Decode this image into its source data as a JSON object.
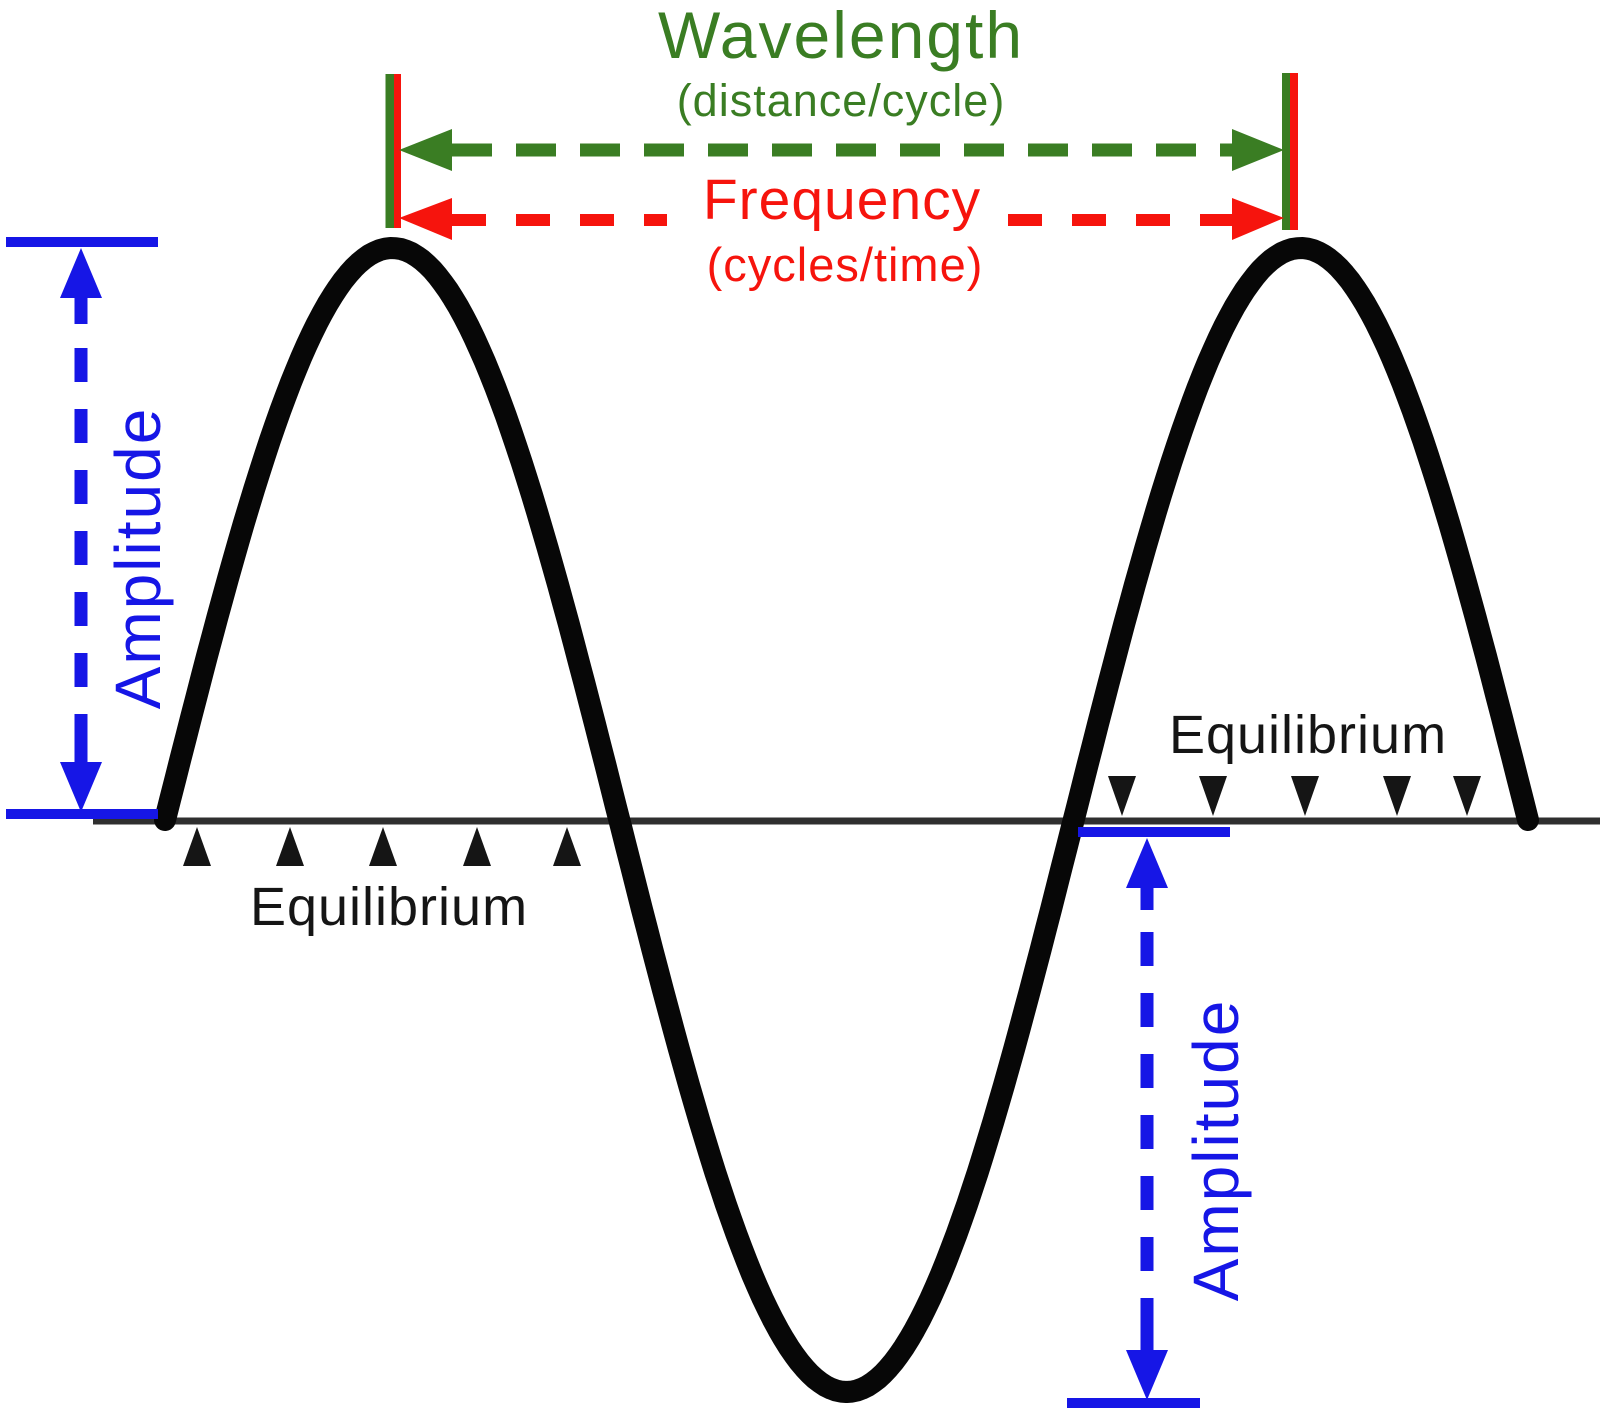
{
  "figure": {
    "type": "transverse wave anatomy diagram",
    "cycles_shown": 1.5
  },
  "colors": {
    "wavelength_green": "#3a7d23",
    "frequency_red": "#f6140d",
    "amplitude_blue": "#1616e6",
    "wave_black": "#070707",
    "equilibrium_line": "#2f2f2f",
    "background": "#ffffff"
  },
  "labels": {
    "wavelength": {
      "title": "Wavelength",
      "subtitle": "(distance/cycle)"
    },
    "frequency": {
      "title": "Frequency",
      "subtitle": "(cycles/time)"
    },
    "amplitude_left": "Amplitude",
    "amplitude_right": "Amplitude",
    "equilibrium_left": "Equilibrium",
    "equilibrium_right": "Equilibrium"
  }
}
